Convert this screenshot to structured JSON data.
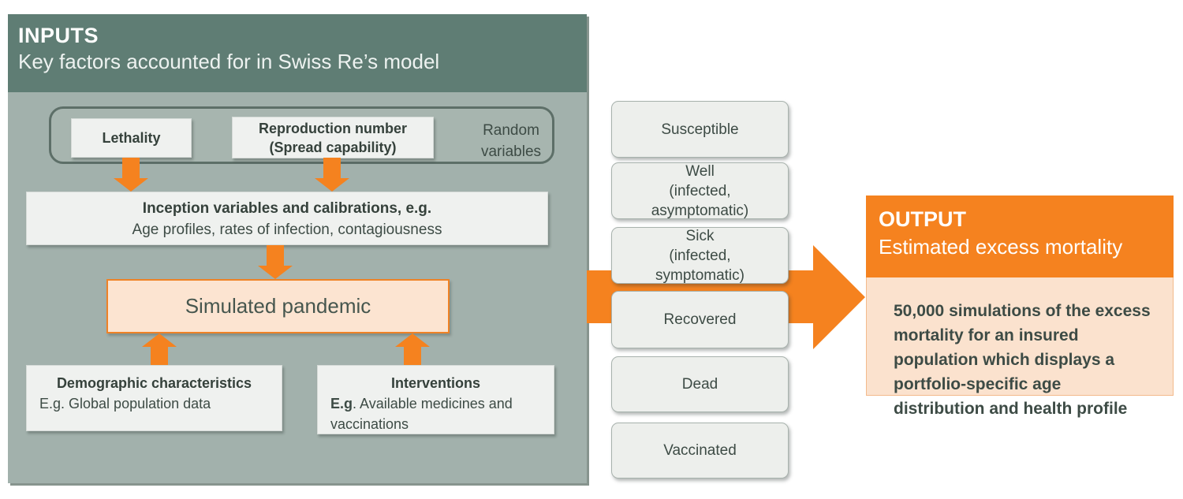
{
  "colors": {
    "accent_orange": "#F5821F",
    "header_green": "#5F7D74",
    "panel_green": "#A2B1AC",
    "group_border_green": "#5D6F68",
    "light_box": "#EFF1EF",
    "peach_box": "#FCE4D1",
    "output_body_peach": "#FBE2CE",
    "text_dark": "#3D4B45",
    "text_white": "#FFFFFF"
  },
  "inputs": {
    "title": "INPUTS",
    "subtitle": "Key factors accounted for in Swiss Re’s model",
    "random_group": {
      "lethality": "Lethality",
      "reproduction_line1": "Reproduction number",
      "reproduction_line2": "(Spread capability)",
      "caption_line1": "Random",
      "caption_line2": "variables"
    },
    "inception": {
      "title": "Inception variables and calibrations, e.g.",
      "body": "Age profiles, rates of infection, contagiousness"
    },
    "simulated_pandemic": "Simulated pandemic",
    "demographic": {
      "title": "Demographic characteristics",
      "body": "E.g. Global population data"
    },
    "interventions": {
      "title": "Interventions",
      "body_prefix": "E.g",
      "body_rest": ". Available medicines and vaccinations"
    }
  },
  "states": [
    {
      "lines": [
        "Susceptible"
      ]
    },
    {
      "lines": [
        "Well",
        "(infected,",
        "asymptomatic)"
      ]
    },
    {
      "lines": [
        "Sick",
        "(infected,",
        "symptomatic)"
      ]
    },
    {
      "lines": [
        "Recovered"
      ]
    },
    {
      "lines": [
        "Dead"
      ]
    },
    {
      "lines": [
        "Vaccinated"
      ]
    }
  ],
  "output": {
    "title": "OUTPUT",
    "subtitle": "Estimated excess mortality",
    "body": "50,000 simulations of the excess mortality for an insured population which displays a portfolio-specific age distribution and health profile"
  }
}
